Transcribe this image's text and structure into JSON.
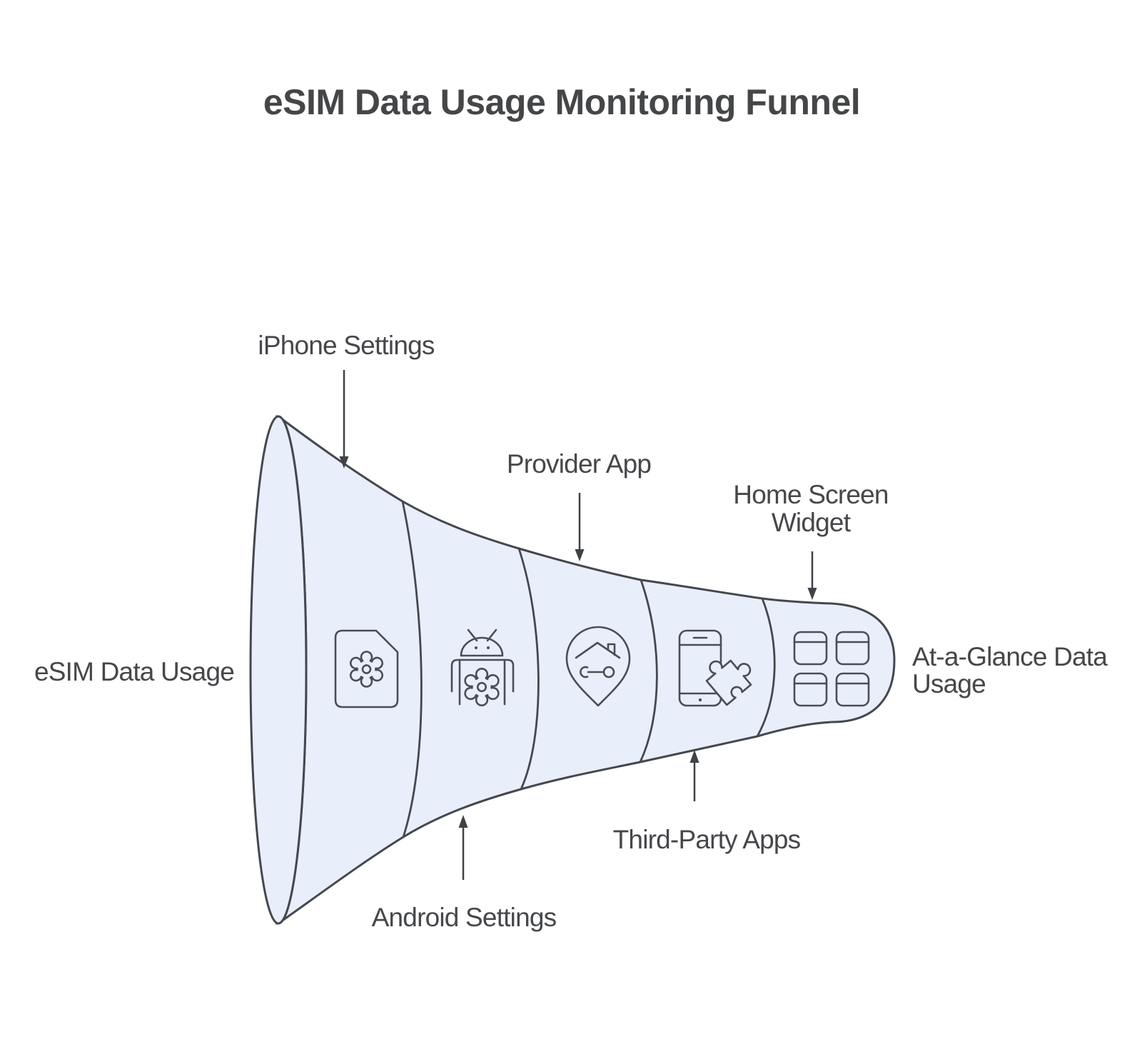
{
  "title": "eSIM Data Usage Monitoring Funnel",
  "funnel": {
    "type": "horizontal-funnel",
    "input_label": "eSIM Data Usage",
    "output_label_line1": "At-a-Glance Data",
    "output_label_line2": "Usage",
    "stages": [
      {
        "name": "iphone-settings",
        "label": "iPhone Settings",
        "icon": "sim-card-gear-icon",
        "label_position": "top"
      },
      {
        "name": "android-settings",
        "label": "Android Settings",
        "icon": "android-gear-icon",
        "label_position": "bottom"
      },
      {
        "name": "provider-app",
        "label": "Provider App",
        "icon": "map-pin-tool-icon",
        "label_position": "top"
      },
      {
        "name": "third-party-apps",
        "label": "Third-Party Apps",
        "icon": "phone-puzzle-icon",
        "label_position": "bottom"
      },
      {
        "name": "home-screen-widget",
        "label": "Home Screen Widget",
        "label_line1": "Home Screen",
        "label_line2": "Widget",
        "icon": "widget-grid-icon",
        "label_position": "top"
      }
    ]
  },
  "colors": {
    "background": "#ffffff",
    "funnel_fill": "#e9eefb",
    "outline_stroke": "#44484e",
    "icon_stroke": "#4a4e54",
    "text": "#45474a",
    "title_text": "#454648",
    "arrow": "#3f4246"
  }
}
